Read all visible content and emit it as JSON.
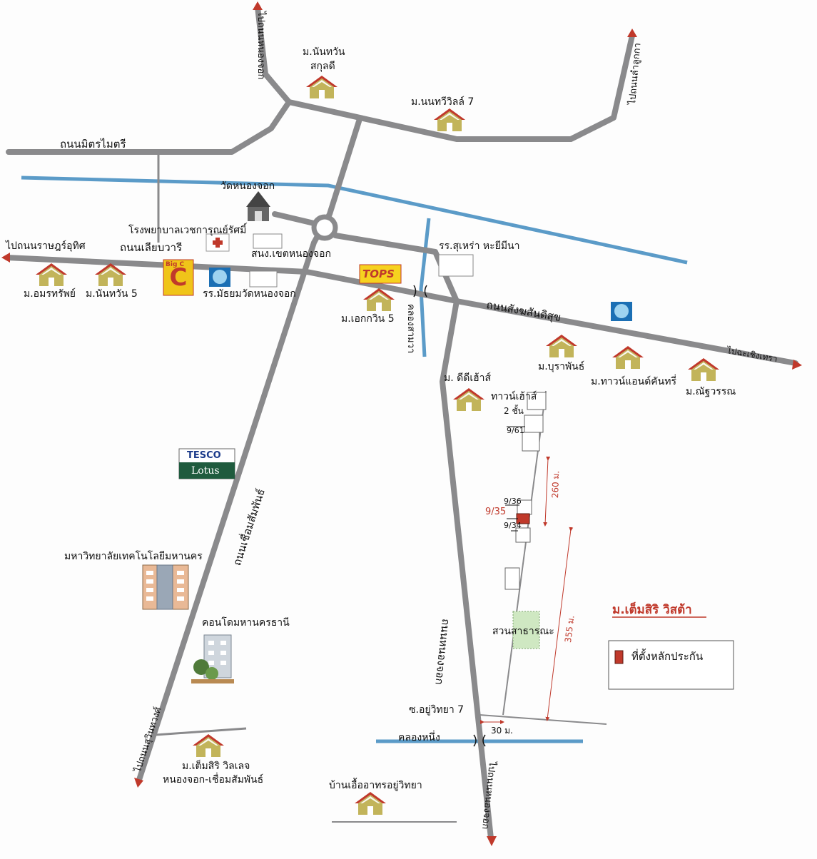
{
  "roads": {
    "mittraimaitri": "ถนนมิตรไมตรี",
    "liapwari": "ถนนเลียบวารี",
    "sangkhomsantisuk": "ถนนสังฆสันติสุข",
    "chueamsamphan": "ถนนเชื่อมสัมพันธ์",
    "nongchok": "ถนนหนองจอก",
    "to_ratrat": "ไปถนนราษฎร์อุทิศ",
    "to_chachoengsao": "ไปฉะเชิงเทรา",
    "to_lamphakkok": "ไปถนนลำลูกกา",
    "to_suwinthawong": "ไปถนนสุวินทวงศ์",
    "to_nongchok_north": "ไปถนนหนองจอก",
    "to_nongchok_south": "ไปถนนหนองจอก",
    "khlong_samwa": "คลองสามวา",
    "khlong_nueng": "คลองหนึ่ง",
    "soi_ayuwitthaya": "ซ.อยู่วิทยา 7"
  },
  "places": {
    "m_nanthawan_sakundi_1": "ม.นันทวัน",
    "m_nanthawan_sakundi_2": "สกุลดี",
    "m_nonthaville": "ม.นนทวีวิลล์ 7",
    "wat_nongchok": "วัดหนองจอก",
    "hospital": "โรงพยาบาลเวชการุณย์รัศมิ์",
    "district_office": "สนง.เขตหนองจอก",
    "school_suthao": "รร.สุเหร่า หะยีมีนา",
    "m_amornsap": "ม.อมรทรัพย์",
    "m_nanthawan5": "ม.นันทวัน 5",
    "school_mathayom": "รร.มัธยมวัดหนองจอก",
    "m_ekkawin5": "ม.เอกกวิน 5",
    "m_didihouse": "ม. ดีดีเฮ้าส์",
    "m_burapan": "ม.บุราพันธ์",
    "m_townandcountry": "ม.ทาวน์แอนด์คันทรี่",
    "m_nuttawan": "ม.ณัฐวรรณ",
    "mut": "มหาวิทยาลัยเทคโนโลยีมหานคร",
    "condo": "คอนโดมหานครธานี",
    "m_temsiri_village_1": "ม.เต็มสิริ วิลเลจ",
    "m_temsiri_village_2": "หนองจอก-เชื่อมสัมพันธ์",
    "ban_ua": "บ้านเอื้ออาทรอยู่วิทยา",
    "townhouse": "ทาวน์เฮ้าส์",
    "two_floors": "2 ชั้น",
    "park": "สวนสาธารณะ"
  },
  "plots": {
    "p961": "9/61",
    "p936": "9/36",
    "p935": "9/35",
    "p934": "9/34"
  },
  "distances": {
    "d260": "260 ม.",
    "d355": "355 ม.",
    "d30": "30 ม."
  },
  "logos": {
    "tops": "TOPS",
    "tesco": "TESCO",
    "lotus": "Lotus",
    "bigc": "Big C"
  },
  "legend": {
    "title": "ม.เต็มสิริ วิสต้า",
    "item": "ที่ตั้งหลักประกัน"
  },
  "colors": {
    "road": "#8a8a8c",
    "canal": "#5b9bc8",
    "house_roof": "#c0392b",
    "house_wall": "#c2b45a",
    "marker": "#c0392b"
  }
}
